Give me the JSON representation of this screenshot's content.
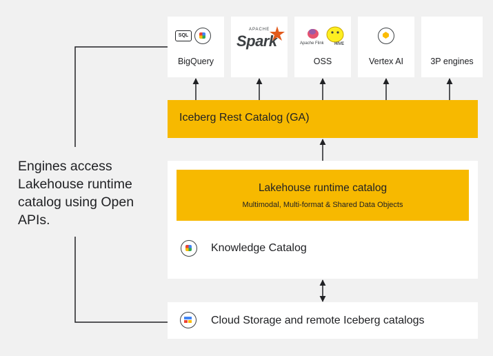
{
  "side_text": [
    "Engines access",
    "Lakehouse runtime",
    "catalog using Open",
    "APIs."
  ],
  "engines": [
    {
      "label": "BigQuery",
      "icon": "bigquery-icon",
      "badge": "SQL"
    },
    {
      "label": "",
      "icon": "spark-logo",
      "logo_text": "Spark",
      "logo_sub": "APACHE"
    },
    {
      "label": "OSS",
      "icon": "flink-hive-logos",
      "logo_text": "Apache Flink",
      "logo_sub": "HIVE"
    },
    {
      "label": "Vertex AI",
      "icon": "vertex-ai-icon"
    },
    {
      "label": "3P engines",
      "icon": ""
    }
  ],
  "rest_catalog": {
    "label": "Iceberg Rest Catalog (GA)"
  },
  "runtime_catalog": {
    "title": "Lakehouse runtime catalog",
    "subtitle": "Multimodal, Multi-format & Shared Data Objects"
  },
  "knowledge_catalog": {
    "label": "Knowledge Catalog",
    "icon": "knowledge-catalog-icon"
  },
  "storage": {
    "label": "Cloud Storage and remote Iceberg catalogs",
    "icon": "cloud-storage-icon"
  },
  "colors": {
    "gold": "#f7b900",
    "background": "#f1f1f1",
    "card": "#ffffff",
    "line": "#202124"
  }
}
